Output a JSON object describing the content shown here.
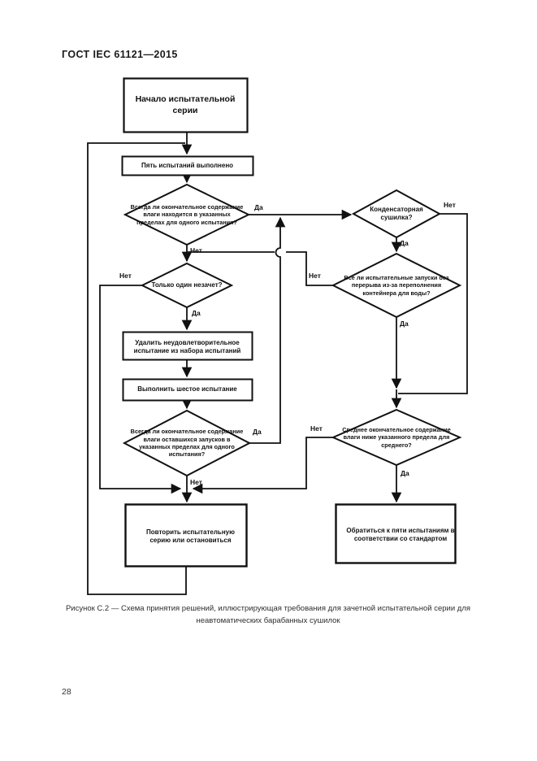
{
  "page": {
    "header": "ГОСТ IEC 61121—2015",
    "page_number": "28",
    "caption": "Рисунок С.2 — Схема принятия решений, иллюстрирующая требования для зачетной испытательной серии для неавтоматических барабанных сушилок"
  },
  "flowchart": {
    "nodes": {
      "start": "Начало испытательной серии",
      "five_tests_done": "Пять испытаний выполнено",
      "final_moisture_in_limits": "Всегда ли окончательное содержание влаги находится в указанных пределах для одного испытания?",
      "only_one_fail": "Только один незачет?",
      "remove_failed_test": "Удалить неудовлетворительное испытание из набора испытаний",
      "run_sixth_test": "Выполнить шестое испытание",
      "remaining_runs_in_limits": "Всегда ли окончательное содержание влаги оставшихся запусков в указанных пределах для одного испытания?",
      "repeat_or_stop": "Повторить испытательную серию или остановиться",
      "condenser_dryer": "Конденсаторная сушилка?",
      "runs_without_interruption": "Все ли испытательные запуски без перерыва из-за переполнения контейнера для воды?",
      "mean_moisture_below_limit": "Среднее окончательное содержание влаги ниже указанного предела для среднего?",
      "refer_five_tests": "Обратиться к пяти испытаниям в соответствии со стандартом"
    },
    "labels": {
      "yes": "Да",
      "no": "Нет"
    }
  }
}
